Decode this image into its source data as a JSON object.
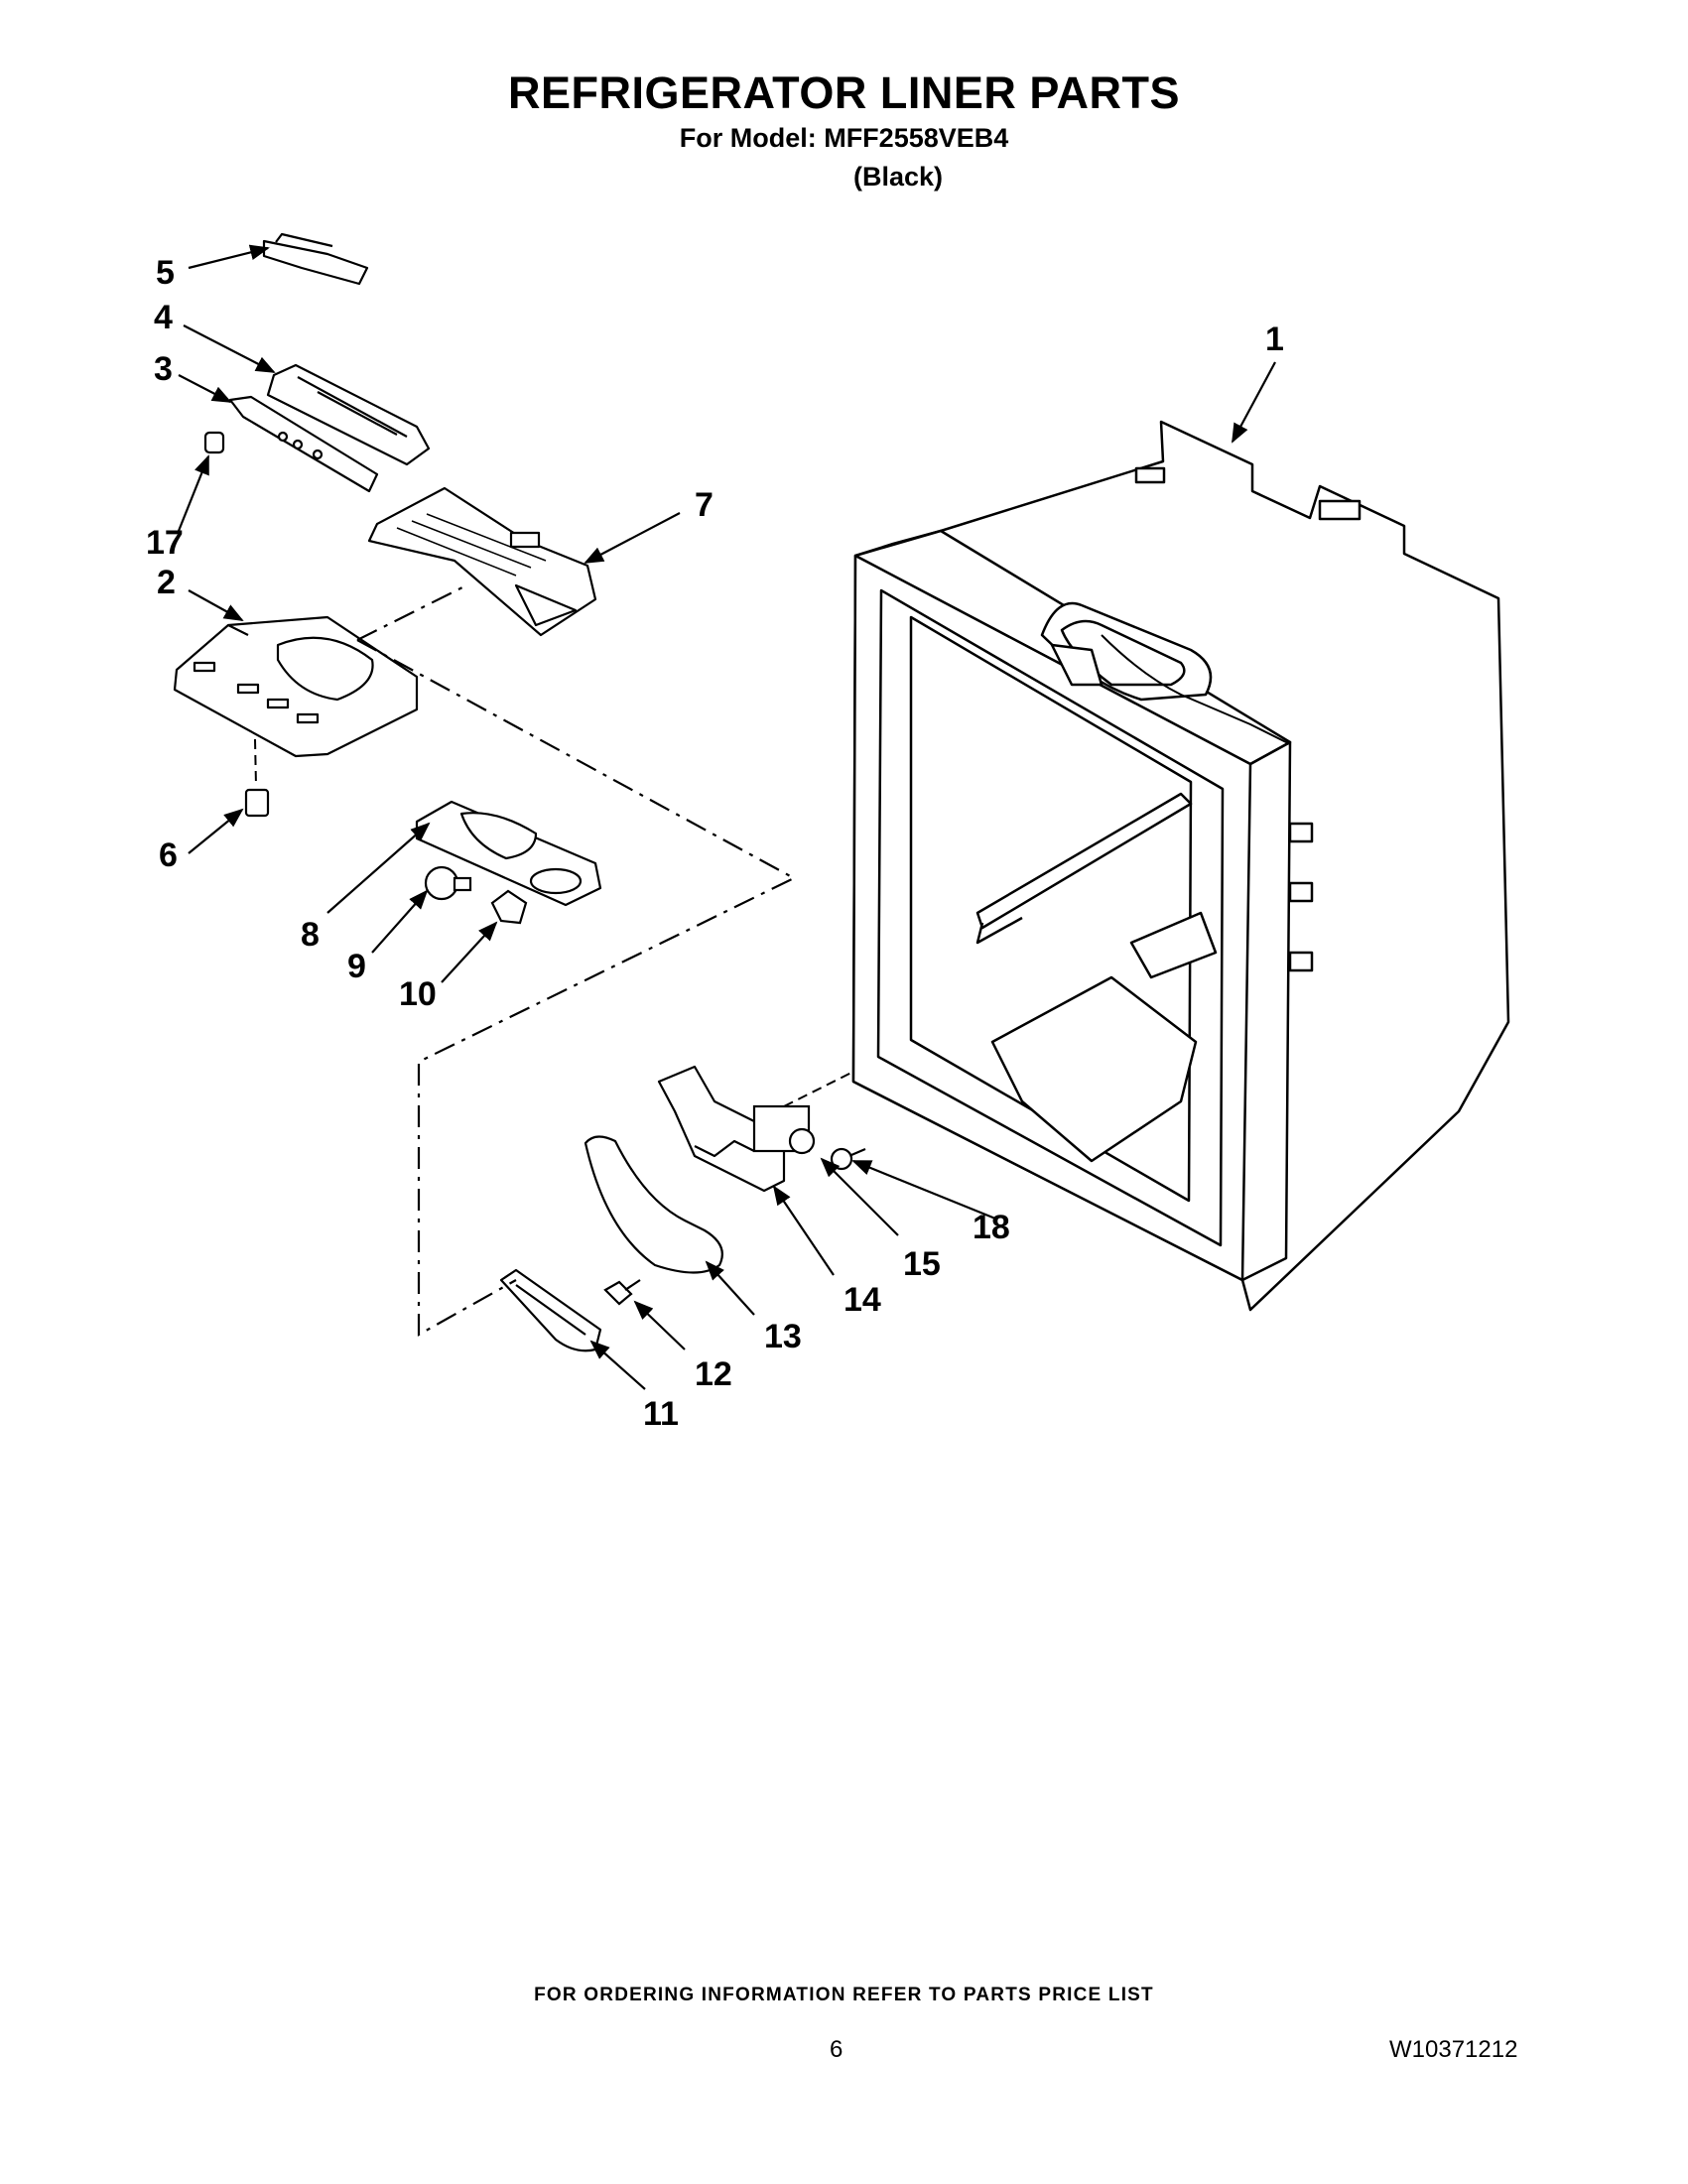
{
  "header": {
    "title": "REFRIGERATOR LINER PARTS",
    "model_line": "For Model: MFF2558VEB4",
    "variant": "(Black)"
  },
  "callouts": {
    "c1": "1",
    "c2": "2",
    "c3": "3",
    "c4": "4",
    "c5": "5",
    "c6": "6",
    "c7": "7",
    "c8": "8",
    "c9": "9",
    "c10": "10",
    "c11": "11",
    "c12": "12",
    "c13": "13",
    "c14": "14",
    "c15": "15",
    "c17": "17",
    "c18": "18"
  },
  "footer": {
    "ordering_note": "FOR ORDERING INFORMATION REFER TO PARTS PRICE LIST",
    "page_number": "6",
    "document_number": "W10371212"
  }
}
